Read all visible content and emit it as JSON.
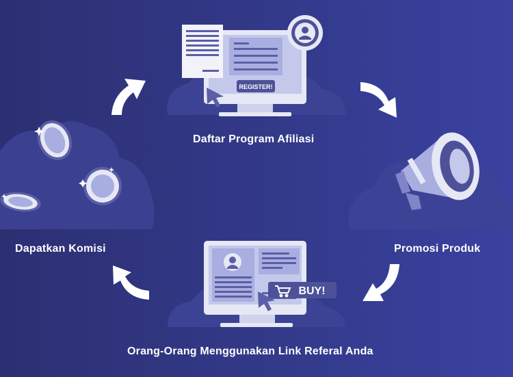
{
  "steps": {
    "register": {
      "label": "Daftar Program Afiliasi",
      "button": "REGISTER!"
    },
    "promote": {
      "label": "Promosi Produk"
    },
    "use": {
      "label": "Orang-Orang Menggunakan Link Referal Anda",
      "button": "BUY!"
    },
    "commission": {
      "label": "Dapatkan Komisi"
    }
  },
  "icons": [
    "monitor-icon",
    "document-icon",
    "user-avatar-icon",
    "cursor-icon",
    "megaphone-icon",
    "cart-icon",
    "coin-icon",
    "arrow-icon"
  ],
  "colors": {
    "background_left": "#2c2f72",
    "background_right": "#3a41a0",
    "cloud": "#3d4394",
    "screen": "#e6e8f5",
    "panel": "#a9aee0",
    "accent": "#5a5fa6",
    "text": "#ffffff"
  }
}
